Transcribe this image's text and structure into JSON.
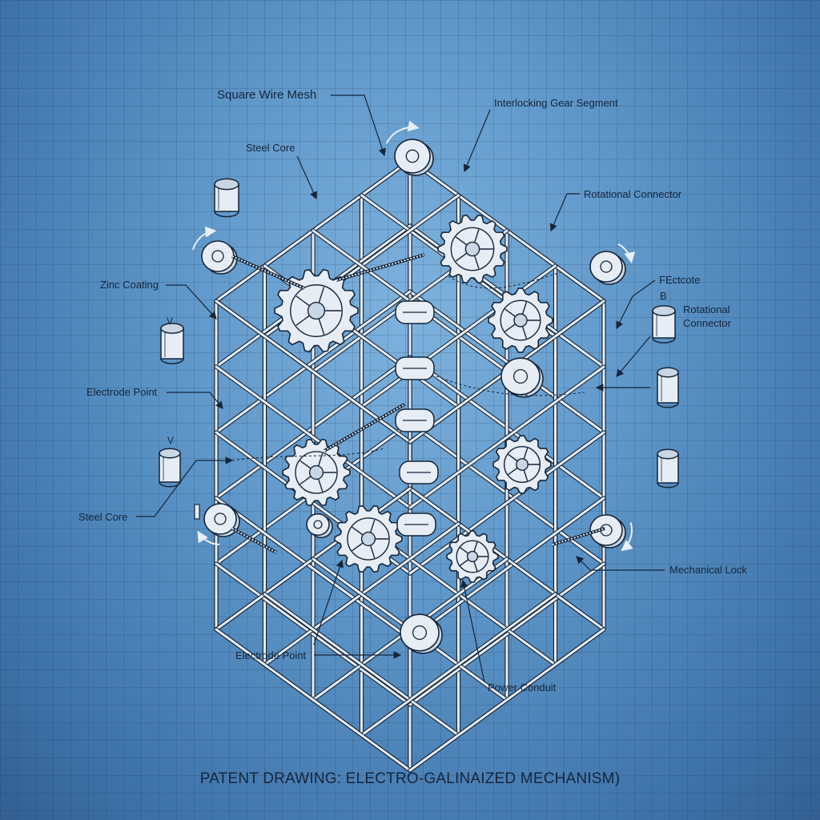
{
  "title": "PATENT DRAWING: ELECTRO-GALINAIZED MECHANISM)",
  "labels": {
    "square_wire_mesh": "Square Wire Mesh",
    "steel_core_top": "Steel Core",
    "interlocking_gear_segment": "Interlocking Gear Segment",
    "rotational_connector_top": "Rotational Connector",
    "zinc_coating": "Zinc Coating",
    "electrode_point_left": "Electrode Point",
    "steel_core_bottom": "Steel Core",
    "electrode_point_bottom": "Electrode Point",
    "power_conduit": "Power Conduit",
    "mechanical_lock": "Mechanical Lock",
    "fectcote": "FEctcote",
    "letter_b": "B",
    "rotational_connector_right": "Rotational\nConnector",
    "mark_v_top": "V",
    "mark_v_bottom": "V"
  },
  "colors": {
    "ink": "#15253a",
    "metal": "#e6edf5",
    "metal_dark": "#8fa3b8"
  }
}
